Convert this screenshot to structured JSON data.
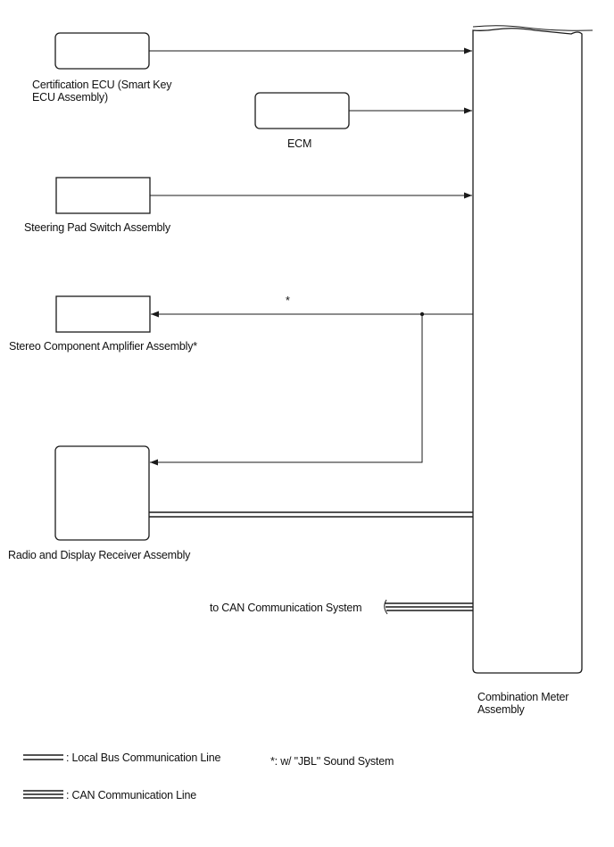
{
  "components": {
    "certification_ecu": "Certification ECU (Smart Key\nECU Assembly)",
    "ecm": "ECM",
    "steering_pad_switch": "Steering Pad Switch Assembly",
    "stereo_amplifier": "Stereo Component Amplifier Assembly*",
    "radio_display_receiver": "Radio and Display Receiver Assembly",
    "combination_meter": "Combination Meter\nAssembly"
  },
  "labels": {
    "asterisk": "*",
    "to_can": "to CAN Communication System"
  },
  "legend": {
    "local_bus": ": Local Bus Communication Line",
    "can": ": CAN Communication Line",
    "note": "*: w/ \"JBL\" Sound System"
  },
  "colors": {
    "line": "#1a1a1a",
    "background": "#ffffff"
  }
}
